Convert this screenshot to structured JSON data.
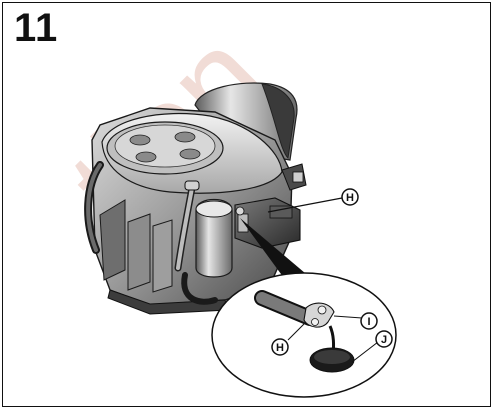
{
  "figure": {
    "number": "11"
  },
  "watermark": {
    "text": "tion"
  },
  "callouts": {
    "h_top": "H",
    "h_detail": "H",
    "i_detail": "I",
    "j_detail": "J"
  }
}
